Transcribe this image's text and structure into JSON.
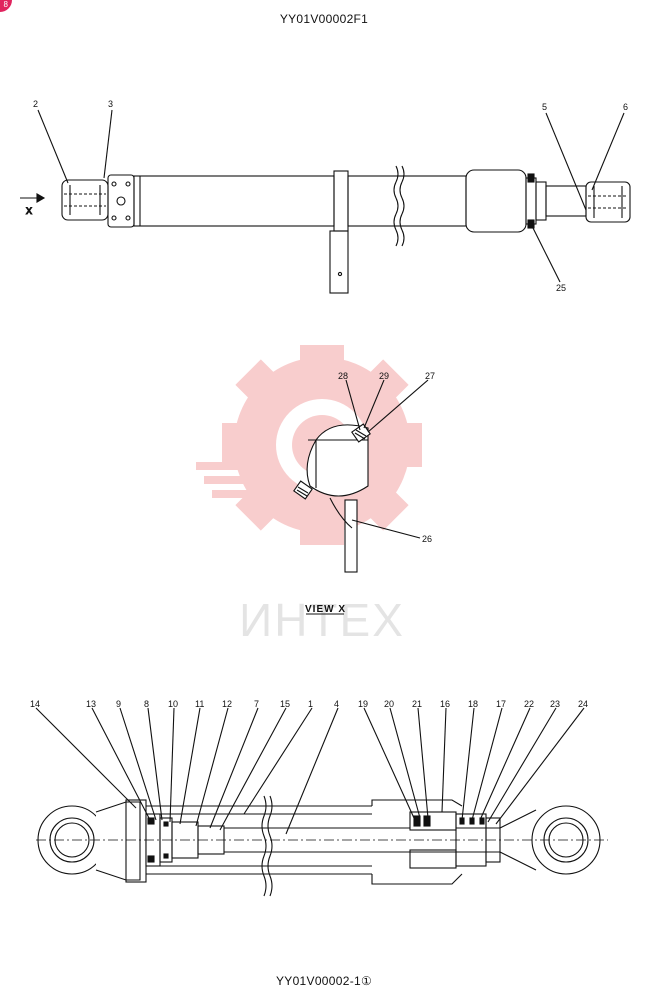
{
  "document": {
    "title": "YY01V00002F1",
    "footer": "YY01V00002-1①",
    "badge": "8"
  },
  "top_view": {
    "direction_label": "X",
    "callouts": [
      "2",
      "3",
      "5",
      "6",
      "25"
    ]
  },
  "view_x": {
    "label": "VIEW  X",
    "callouts": [
      "28",
      "29",
      "27",
      "26"
    ]
  },
  "section_view": {
    "callouts": [
      "14",
      "13",
      "9",
      "8",
      "10",
      "11",
      "12",
      "7",
      "15",
      "1",
      "4",
      "19",
      "20",
      "21",
      "16",
      "18",
      "17",
      "22",
      "23",
      "24"
    ]
  },
  "watermark": {
    "text": "ИНТЕХ",
    "color": "#f4a6a6"
  }
}
